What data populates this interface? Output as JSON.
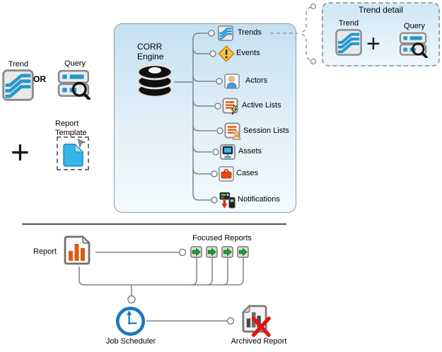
{
  "colors": {
    "accent_blue": "#2598ce",
    "panel_fill_top": "#c5e0f1",
    "panel_fill_bottom": "#f4fafd",
    "connector_gray": "#7b848c",
    "bar_orange": "#e05a10",
    "arrow_green": "#18a02c",
    "red_x": "#e01414",
    "clock_blue": "#1977c2",
    "event_yellow": "#f7c73c"
  },
  "left_inputs": {
    "trend_label": "Trend",
    "or_label": "OR",
    "query_label": "Query",
    "plus": "+",
    "report_template_label": "Report Template"
  },
  "engine_panel": {
    "engine_label": "CORR Engine",
    "items": [
      {
        "label": "Trends"
      },
      {
        "label": "Events"
      },
      {
        "label": "Actors"
      },
      {
        "label": "Active Lists"
      },
      {
        "label": "Session Lists"
      },
      {
        "label": "Assets"
      },
      {
        "label": "Cases"
      },
      {
        "label": "Notifications"
      }
    ]
  },
  "trend_detail_callout": {
    "title": "Trend detail",
    "trend_label": "Trend",
    "plus": "+",
    "query_label": "Query"
  },
  "report_flow": {
    "report_label": "Report",
    "focused_reports_label": "Focused Reports",
    "job_scheduler_label": "Job Scheduler",
    "archived_report_label": "Archived Report"
  }
}
